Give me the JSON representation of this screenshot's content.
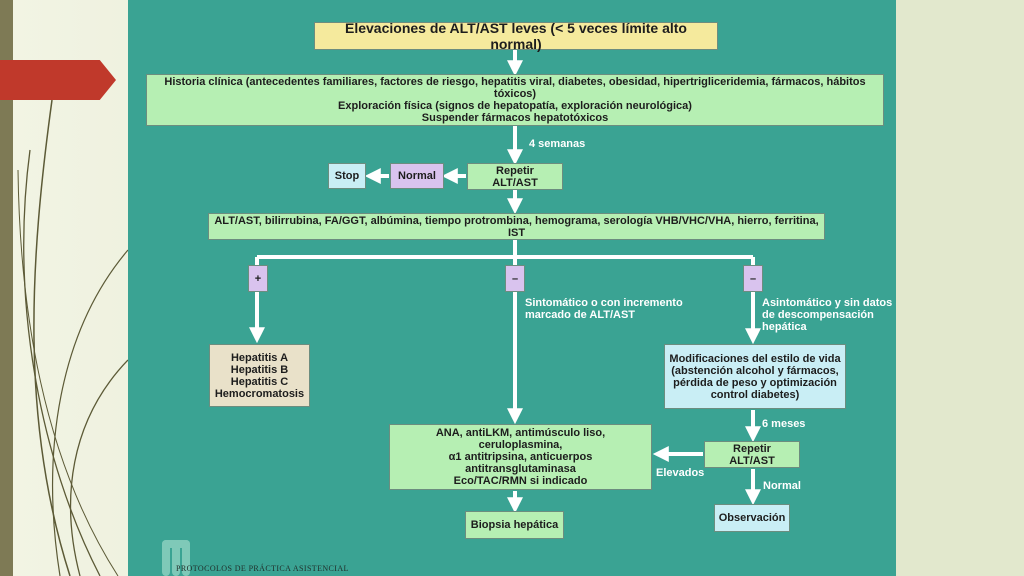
{
  "title": "Elevaciones de ALT/AST leves (< 5 veces límite alto normal)",
  "history": [
    "Historia clínica (antecedentes familiares, factores de riesgo, hepatitis viral, diabetes, obesidad, hipertrigliceridemia, fármacos, hábitos tóxicos)",
    "Exploración física (signos de hepatopatía, exploración neurológica)",
    "Suspender fármacos hepatotóxicos"
  ],
  "edge_4weeks": "4 semanas",
  "stop": "Stop",
  "normal_box": "Normal",
  "repeat1": "Repetir ALT/AST",
  "tests": "ALT/AST, bilirrubina, FA/GGT, albúmina, tiempo protrombina, hemograma, serología VHB/VHC/VHA, hierro, ferritina, IST",
  "plus": "+",
  "minus": "–",
  "symptomatic": [
    "Sintomático o con incremento",
    "marcado de ALT/AST"
  ],
  "asymptomatic": [
    "Asintomático y sin datos",
    "de descompensación",
    "hepática"
  ],
  "diagnoses": [
    "Hepatitis A",
    "Hepatitis B",
    "Hepatitis C",
    "Hemocromatosis"
  ],
  "lifestyle": [
    "Modificaciones del estilo de vida",
    "(abstención alcohol y fármacos,",
    "pérdida de peso y optimización",
    "control diabetes)"
  ],
  "edge_6months": "6 meses",
  "repeat2": "Repetir ALT/AST",
  "elevated": "Elevados",
  "normal_edge": "Normal",
  "markers": [
    "ANA, antiLKM, antimúsculo liso,",
    "ceruloplasmina,",
    "α1 antitripsina, anticuerpos antitransglutaminasa",
    "Eco/TAC/RMN si indicado"
  ],
  "biopsy": "Biopsia hepática",
  "observation": "Observación",
  "footer": "PROTOCOLOS DE PRÁCTICA ASISTENCIAL",
  "colors": {
    "panel": "#3aa393",
    "green": "#b6efb3",
    "yellow": "#f5ea9d",
    "blue": "#c9eef5",
    "lilac": "#d9c3ee",
    "accent": "#c0392b"
  }
}
